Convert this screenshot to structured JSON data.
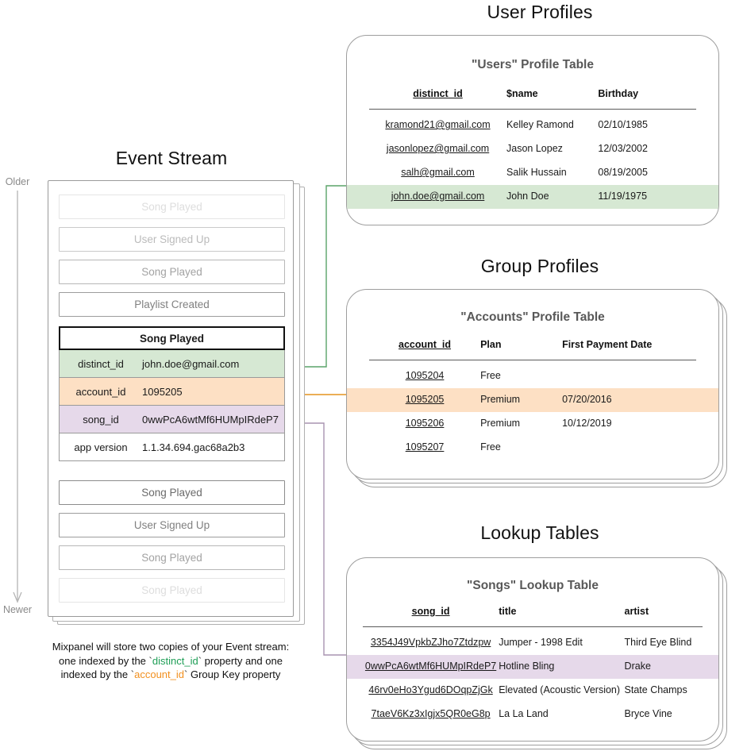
{
  "sections": {
    "user_profiles_title": "User Profiles",
    "group_profiles_title": "Group Profiles",
    "lookup_tables_title": "Lookup Tables",
    "event_stream_title": "Event Stream"
  },
  "timeline": {
    "older_label": "Older",
    "newer_label": "Newer"
  },
  "event_stream": {
    "events_before": [
      {
        "label": "Song Played",
        "fade": "ev-fade-1"
      },
      {
        "label": "User Signed Up",
        "fade": "ev-fade-2"
      },
      {
        "label": "Song Played",
        "fade": "ev-fade-3"
      },
      {
        "label": "Playlist Created",
        "fade": "ev-fade-4"
      }
    ],
    "focused_event": {
      "name": "Song Played",
      "properties": [
        {
          "key": "distinct_id",
          "value": "john.doe@gmail.com",
          "highlight": "green"
        },
        {
          "key": "account_id",
          "value": "1095205",
          "highlight": "orange"
        },
        {
          "key": "song_id",
          "value": "0wwPcA6wtMf6HUMpIRdeP7",
          "highlight": "purple"
        },
        {
          "key": "app version",
          "value": "1.1.34.694.gac68a2b3",
          "highlight": "none"
        }
      ]
    },
    "events_after": [
      {
        "label": "Song Played",
        "fade": "ev-full"
      },
      {
        "label": "User Signed Up",
        "fade": "ev-fade-4"
      },
      {
        "label": "Song Played",
        "fade": "ev-fade-3"
      },
      {
        "label": "Song Played",
        "fade": "ev-fade-1"
      }
    ]
  },
  "caption": {
    "line1": "Mixpanel will store two copies of your Event stream:",
    "line2_a": "one indexed by the ",
    "line2_token": "distinct_id",
    "line2_b": " property and one",
    "line3_a": "indexed by the ",
    "line3_token": "account_id",
    "line3_b": " Group Key property"
  },
  "users_table": {
    "title": "\"Users\" Profile Table",
    "columns": [
      "distinct_id",
      "$name",
      "Birthday"
    ],
    "rows": [
      {
        "cells": [
          "kramond21@gmail.com",
          "Kelley Ramond",
          "02/10/1985"
        ],
        "highlight": false
      },
      {
        "cells": [
          "jasonlopez@gmail.com",
          "Jason Lopez",
          "12/03/2002"
        ],
        "highlight": false
      },
      {
        "cells": [
          "salh@gmail.com",
          "Salik Hussain",
          "08/19/2005"
        ],
        "highlight": false
      },
      {
        "cells": [
          "john.doe@gmail.com",
          "John Doe",
          "11/19/1975"
        ],
        "highlight": true
      }
    ]
  },
  "accounts_table": {
    "title": "\"Accounts\" Profile Table",
    "columns": [
      "account_id",
      "Plan",
      "First Payment Date"
    ],
    "rows": [
      {
        "cells": [
          "1095204",
          "Free",
          ""
        ],
        "highlight": false
      },
      {
        "cells": [
          "1095205",
          "Premium",
          "07/20/2016"
        ],
        "highlight": true
      },
      {
        "cells": [
          "1095206",
          "Premium",
          "10/12/2019"
        ],
        "highlight": false
      },
      {
        "cells": [
          "1095207",
          "Free",
          ""
        ],
        "highlight": false
      }
    ]
  },
  "songs_table": {
    "title": "\"Songs\" Lookup Table",
    "columns": [
      "song_id",
      "title",
      "artist"
    ],
    "rows": [
      {
        "cells": [
          "3354J49VpkbZJho7Ztdzpw",
          "Jumper - 1998 Edit",
          "Third Eye Blind"
        ],
        "highlight": false
      },
      {
        "cells": [
          "0wwPcA6wtMf6HUMpIRdeP7",
          "Hotline Bling",
          "Drake"
        ],
        "highlight": true
      },
      {
        "cells": [
          "46rv0eHo3Ygud6DOqpZjGk",
          "Elevated (Acoustic Version)",
          "State Champs"
        ],
        "highlight": false
      },
      {
        "cells": [
          "7taeV6Kz3xIgjx5QR0eG8p",
          "La La Land",
          "Bryce Vine"
        ],
        "highlight": false
      }
    ]
  },
  "colors": {
    "green_highlight": "#d6e8d3",
    "orange_highlight": "#fde0c4",
    "purple_highlight": "#e6d9ea",
    "green_connector": "#5aa469",
    "orange_connector": "#e8a33d",
    "purple_connector": "#a893b0",
    "panel_border": "#9e9e9e"
  }
}
